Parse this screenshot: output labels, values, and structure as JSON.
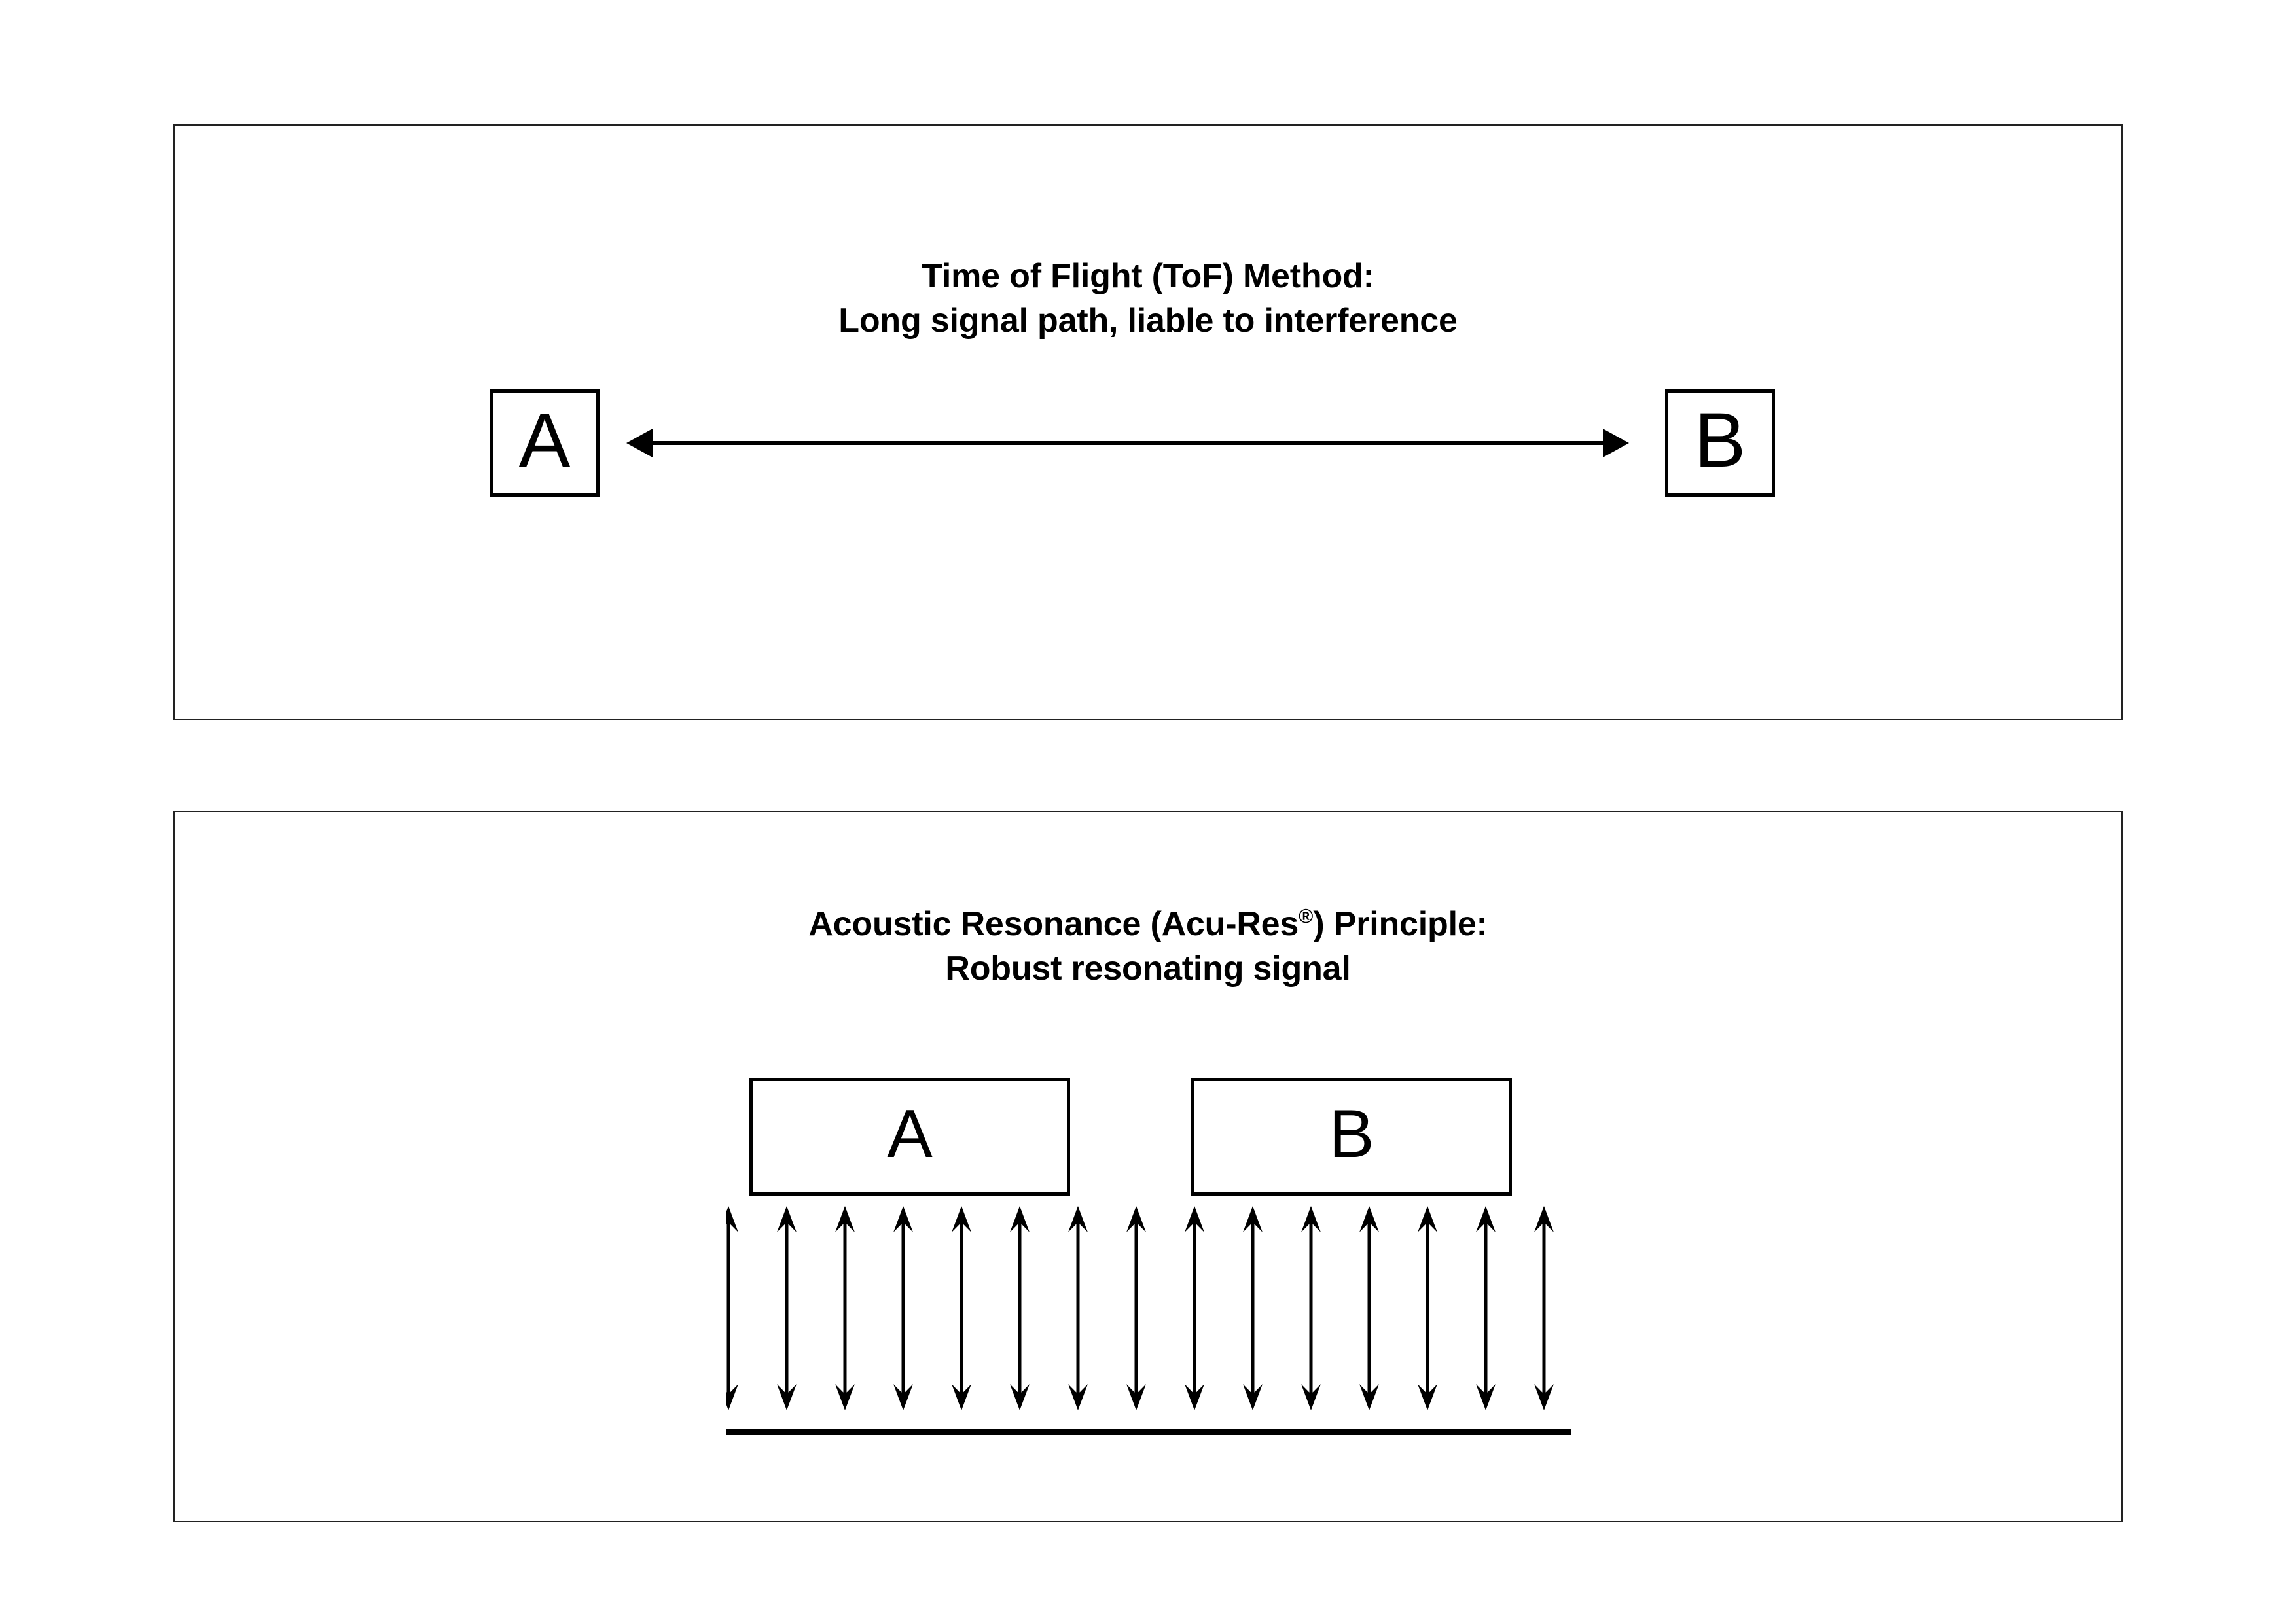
{
  "figure": {
    "background_color": "#ffffff",
    "line_color": "#000000",
    "panel_border_color": "#222222"
  },
  "panels": [
    {
      "id": "tof",
      "caption_line_1": "Time of Flight (ToF) Method:",
      "caption_line_2": "Long signal path, liable to interference",
      "node_a_label": "A",
      "node_b_label": "B",
      "arrow_icon": "double-headed-horizontal-arrow-icon"
    },
    {
      "id": "acu-res",
      "caption_line_1_prefix": "Acoustic Resonance (Acu-Res",
      "caption_line_1_reg": "®",
      "caption_line_1_suffix": ") Principle:",
      "caption_line_2": "Robust resonating signal",
      "node_a_label": "A",
      "node_b_label": "B",
      "arrow_icon": "double-headed-vertical-arrow-icon",
      "baseline_icon": "horizontal-baseline-icon",
      "resonance_arrow_count": 15
    }
  ]
}
